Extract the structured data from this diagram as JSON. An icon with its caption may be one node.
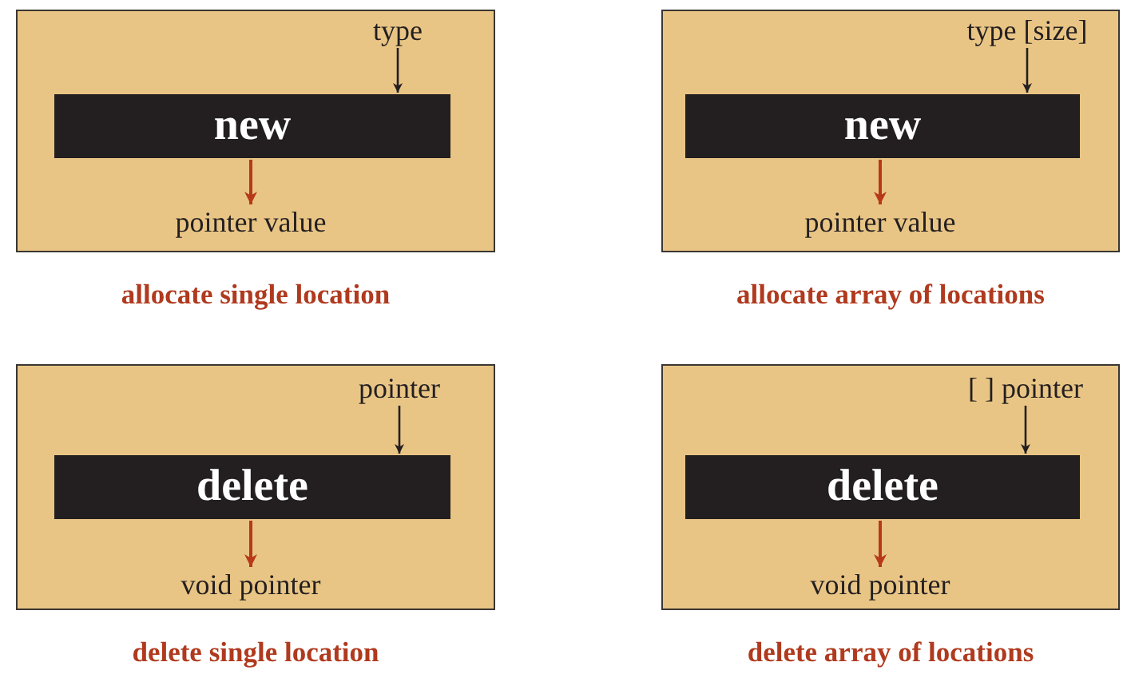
{
  "diagram": {
    "nodes": [
      {
        "text": [],
        "shape": "box",
        "beside": [
          "allocate single location"
        ]
      },
      {
        "text": [
          "type"
        ],
        "in": 0
      },
      {
        "text": [
          "new"
        ],
        "in": 0
      },
      {
        "text": [
          "pointer value"
        ],
        "in": 0
      },
      {
        "text": [],
        "shape": "box",
        "beside": [
          "allocate array of locations"
        ]
      },
      {
        "text": [
          "type [size]"
        ],
        "in": 4
      },
      {
        "text": [
          "new"
        ],
        "in": 4
      },
      {
        "text": [
          "pointer value"
        ],
        "in": 4
      },
      {
        "text": [],
        "shape": "box",
        "beside": [
          "delete single location"
        ]
      },
      {
        "text": [
          "pointer"
        ],
        "in": 8
      },
      {
        "text": [
          "delete"
        ],
        "in": 8
      },
      {
        "text": [
          "void pointer"
        ],
        "in": 8
      },
      {
        "text": [],
        "shape": "box",
        "beside": [
          "delete array of locations"
        ]
      },
      {
        "text": [
          "[ ] pointer"
        ],
        "in": 12
      },
      {
        "text": [
          "delete"
        ],
        "in": 12
      },
      {
        "text": [
          "void pointer"
        ],
        "in": 12
      }
    ],
    "edges": [
      {
        "from": 1,
        "to": 2,
        "arrow": "to"
      },
      {
        "from": 2,
        "to": 3,
        "arrow": "to",
        "color": "#b5391a"
      },
      {
        "from": 5,
        "to": 6,
        "arrow": "to"
      },
      {
        "from": 6,
        "to": 7,
        "arrow": "to",
        "color": "#b5391a"
      },
      {
        "from": 9,
        "to": 10,
        "arrow": "to"
      },
      {
        "from": 10,
        "to": 11,
        "arrow": "to",
        "color": "#b5391a"
      },
      {
        "from": 13,
        "to": 14,
        "arrow": "to"
      },
      {
        "from": 14,
        "to": 15,
        "arrow": "to",
        "color": "#b5391a"
      }
    ]
  }
}
